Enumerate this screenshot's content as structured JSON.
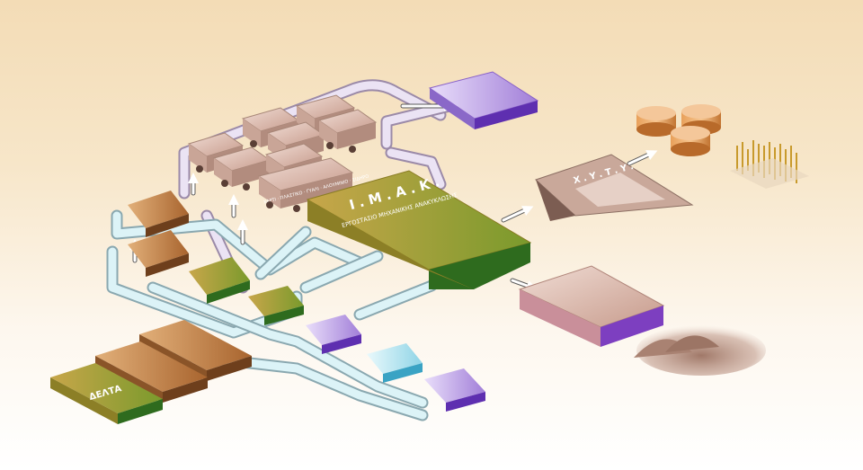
{
  "diagram": {
    "imak_title": "Ι . Μ . Α . Κ .",
    "imak_subtitle": "ΕΡΓΟΣΤΑΣΙΟ ΜΗΧΑΝΙΚΗΣ ΑΝΑΚΥΚΛΩΣΗΣ",
    "xyty_title": "Χ . Υ . Τ . Υ .",
    "entry_label": "ΔΕΛΤΑ",
    "truck_cargo_label": "ΧΑΡΤΙ · ΠΛΑΣΤΙΚΟ · ΓΥΑΛΙ · ΑΛΟΥΜΙΝΙΟ · ΣΙΔΗΡΟ"
  },
  "colors": {
    "olive": "#a6a23a",
    "olive_dark": "#6e6a22",
    "green_side": "#2e6b1e",
    "lilac": "#b89be0",
    "lilac_dark": "#6a3fb5",
    "brown": "#b0703e",
    "brown_dark": "#6e3f1c",
    "pink": "#d7b2a4",
    "pipe_light_blue": "#d6f0f4",
    "pipe_lavender": "#e6dcf1",
    "arrow": "#ffffff"
  }
}
